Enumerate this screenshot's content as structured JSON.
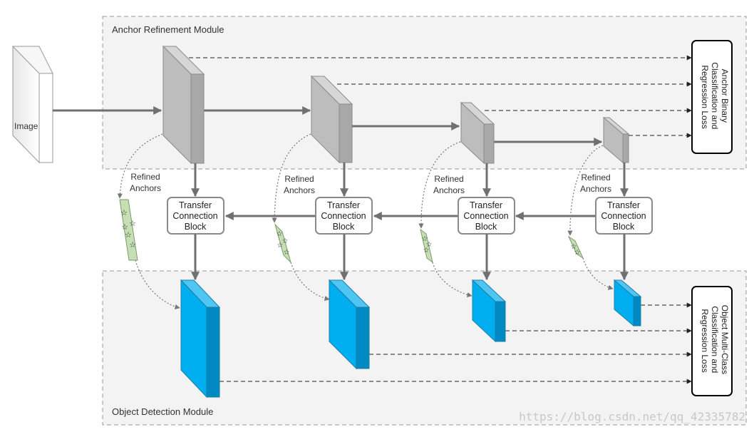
{
  "modules": {
    "arm_title": "Anchor Refinement Module",
    "odm_title": "Object Detection Module"
  },
  "input_label": "Image",
  "refined_anchors": [
    "Refined",
    "Anchors"
  ],
  "tcb_lines": [
    "Transfer",
    "Connection",
    "Block"
  ],
  "arm_loss": [
    "Anchor Binary",
    "Classification and",
    "Regression Loss"
  ],
  "odm_loss": [
    "Object Multi-Class",
    "Classification and",
    "Regression Loss"
  ],
  "watermark": "https://blog.csdn.net/qq_42335782",
  "colors": {
    "arm_block": "#bdbdbd",
    "odm_block": "#00aeef",
    "anchor_patch": "#c6dfb4",
    "arrow": "#707070"
  }
}
